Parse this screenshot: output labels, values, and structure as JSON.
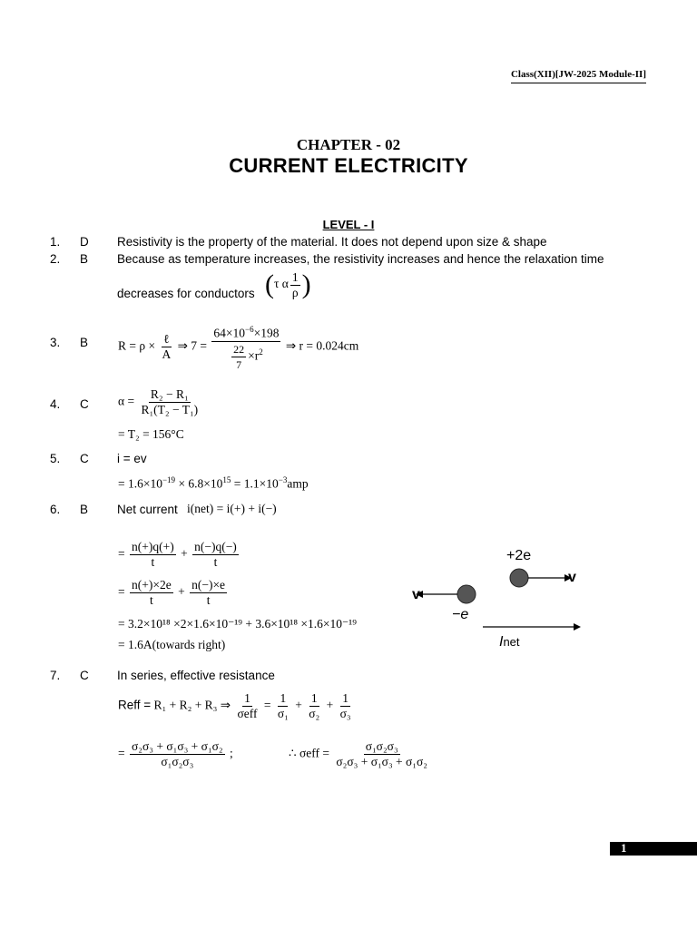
{
  "header": {
    "class_label": "Class(XII)[JW-2025 Module-II]"
  },
  "chapter": "CHAPTER - 02",
  "title": "CURRENT ELECTRICITY",
  "level": "LEVEL - I",
  "q1": {
    "num": "1.",
    "ans": "D",
    "text": "Resistivity is the property of the material. It does not depend upon size & shape"
  },
  "q2": {
    "num": "2.",
    "ans": "B",
    "text": "Because as temperature increases, the resistivity increases and hence the relaxation time",
    "text2": "decreases for conductors",
    "tau": "τ α",
    "one": "1",
    "rho": "ρ"
  },
  "q3": {
    "num": "3.",
    "ans": "B",
    "lhs": "R = ρ ×",
    "ell": "ℓ",
    "A": "A",
    "arrow7": "⇒ 7 =",
    "num_expr": "64×10",
    "exp": "−6",
    "num_tail": "×198",
    "den_pre": "22",
    "den_seven": "7",
    "den_tail": "×r",
    "den_exp": "2",
    "result": "⇒ r = 0.024cm"
  },
  "q4": {
    "num": "4.",
    "ans": "C",
    "alpha": "α =",
    "top": "R₂ − R₁",
    "bottom": "R₁(T₂ − T₁)",
    "result": "= T₂ = 156°C"
  },
  "q5": {
    "num": "5.",
    "ans": "C",
    "text": "i = ev",
    "result_a": "= 1.6×10",
    "e1": "−19",
    "result_b": " × 6.8×10",
    "e2": "15",
    "result_c": " = 1.1×10",
    "e3": "−3",
    "result_d": "amp"
  },
  "q6": {
    "num": "6.",
    "ans": "B",
    "text": "Net current",
    "eq": "i(net) = i(+) + i(−)",
    "l1a": "n(+)q(+)",
    "l1b": "n(−)q(−)",
    "t": "t",
    "l2a": "n(+)×2e",
    "l2b": "n(−)×e",
    "l3": "= 3.2×10¹⁸ ×2×1.6×10⁻¹⁹ + 3.6×10¹⁸ ×1.6×10⁻¹⁹",
    "l4": "= 1.6A(towards right)",
    "fig": {
      "plus2e": "+2e",
      "v1": "v",
      "v2": "v",
      "minus_e": "−e",
      "inet_i": "I",
      "inet_sub": "net"
    }
  },
  "q7": {
    "num": "7.",
    "ans": "C",
    "text": "In series, effective resistance",
    "reff": "Reff =",
    "sum": "R₁ + R₂ + R₃ ⇒",
    "one": "1",
    "seff": "σeff",
    "s1": "σ₁",
    "s2": "σ₂",
    "s3": "σ₃",
    "top": "σ₂σ₃ + σ₁σ₃ + σ₁σ₂",
    "bottom": "σ₁σ₂σ₃",
    "therefore": "∴ σeff =",
    "top2": "σ₁σ₂σ₃",
    "bottom2": "σ₂σ₃ + σ₁σ₃ + σ₁σ₂"
  },
  "page_number": "1"
}
